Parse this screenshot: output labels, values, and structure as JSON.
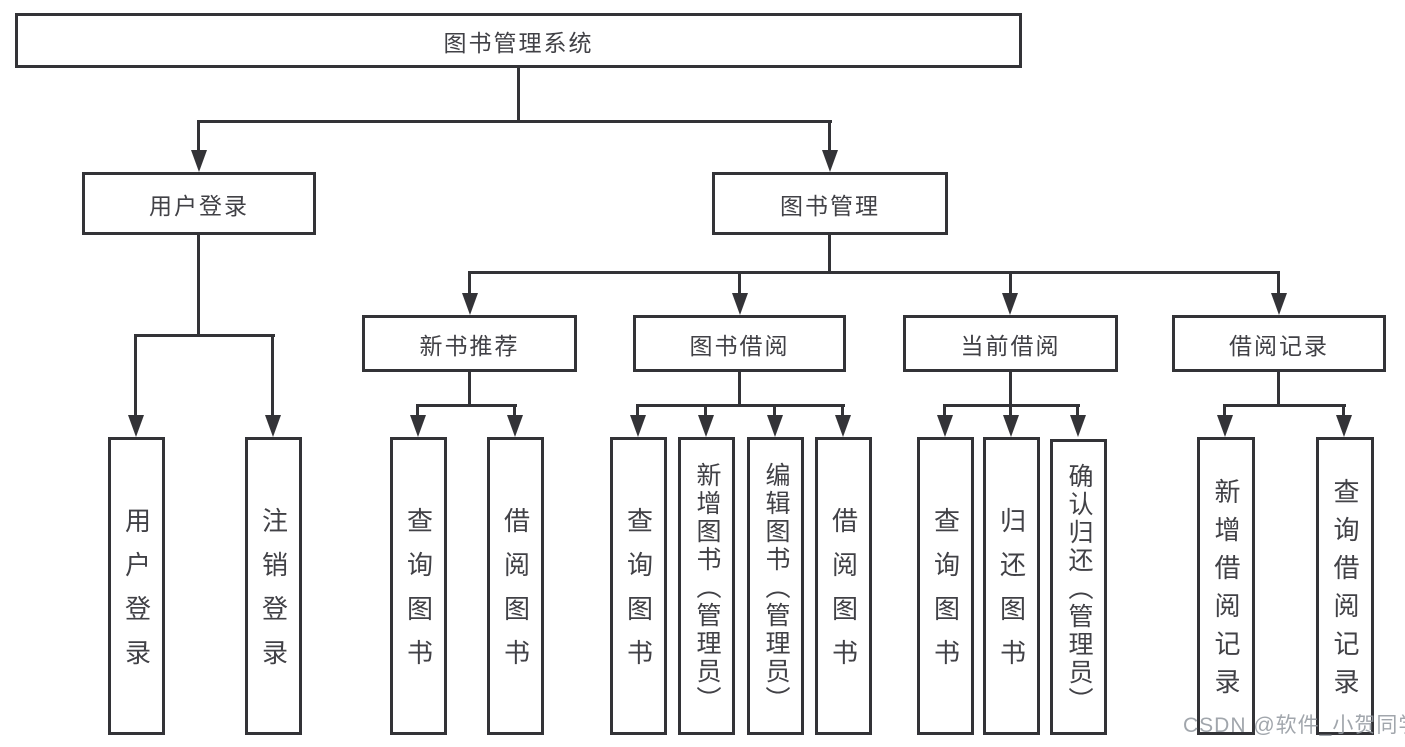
{
  "diagram_title": "图书管理系统",
  "tree": {
    "label": "图书管理系统",
    "children": [
      {
        "label": "用户登录",
        "children": [
          {
            "label": "用户登录"
          },
          {
            "label": "注销登录"
          }
        ]
      },
      {
        "label": "图书管理",
        "children": [
          {
            "label": "新书推荐",
            "children": [
              {
                "label": "查询图书"
              },
              {
                "label": "借阅图书"
              }
            ]
          },
          {
            "label": "图书借阅",
            "children": [
              {
                "label": "查询图书"
              },
              {
                "label": "新增图书（管理员）"
              },
              {
                "label": "编辑图书（管理员）"
              },
              {
                "label": "借阅图书"
              }
            ]
          },
          {
            "label": "当前借阅",
            "children": [
              {
                "label": "查询图书"
              },
              {
                "label": "归还图书"
              },
              {
                "label": "确认归还（管理员）"
              }
            ]
          },
          {
            "label": "借阅记录",
            "children": [
              {
                "label": "新增借阅记录"
              },
              {
                "label": "查询借阅记录"
              }
            ]
          }
        ]
      }
    ]
  },
  "watermark": {
    "text": "CSDN @软件_小贺同学"
  },
  "colors": {
    "line": "#333337",
    "text": "#414146",
    "background": "#ffffff",
    "watermark": "#949aa0"
  }
}
